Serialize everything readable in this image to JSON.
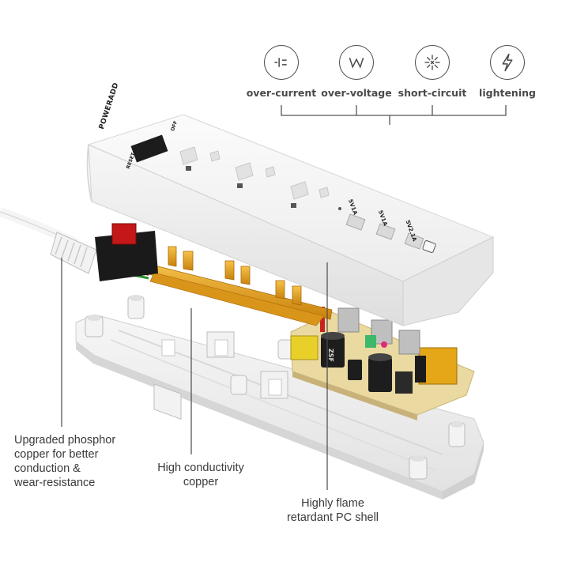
{
  "features": [
    {
      "label": "over-current",
      "icon": "over-current-icon"
    },
    {
      "label": "over-voltage",
      "icon": "over-voltage-icon"
    },
    {
      "label": "short-circuit",
      "icon": "short-circuit-icon"
    },
    {
      "label": "lightening",
      "icon": "lightning-icon"
    }
  ],
  "product": {
    "brand": "POWERADD",
    "switch_off": "OFF",
    "switch_reset": "RESET",
    "usb_ports": [
      "5V1A",
      "5V1A",
      "5V2.1A"
    ],
    "capacitor_text": "ZSF"
  },
  "callouts": {
    "phosphor_copper": [
      "Upgraded phosphor",
      "copper for better",
      "conduction &",
      "wear-resistance"
    ],
    "conductivity_copper": [
      "High conductivity",
      "copper"
    ],
    "pc_shell": [
      "Highly flame",
      "retardant PC shell"
    ]
  },
  "colors": {
    "text": "#3a3a3a",
    "line": "#4a4a4a",
    "copper": "#e8a318",
    "shell": "#f4f4f4",
    "pcb": "#e8d9a0",
    "switch": "#c41818"
  }
}
